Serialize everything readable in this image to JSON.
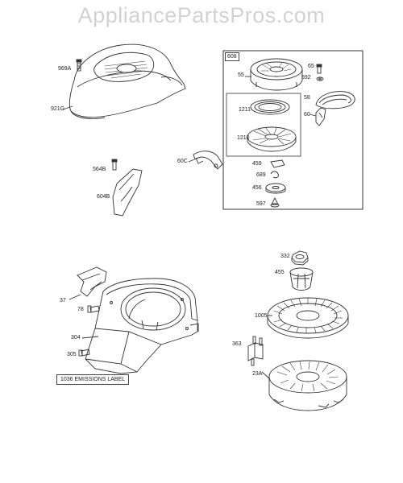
{
  "watermark": "AppliancePartsPros.com",
  "callouts": {
    "p969A": "969A",
    "p921G": "921G",
    "p564B": "564B",
    "p604B": "604B",
    "p60C": "60C",
    "p608": "608",
    "p55": "55",
    "p65": "65",
    "p592": "592",
    "p58": "58",
    "p60": "60",
    "p1211": "1211",
    "p1210": "1210",
    "p459": "459",
    "p689": "689",
    "p456": "456",
    "p597": "597",
    "p37": "37",
    "p78": "78",
    "p304": "304",
    "p305": "305",
    "p1036": "1036 EMISSIONS LABEL",
    "p332": "332",
    "p455": "455",
    "p1005": "1005",
    "p363": "363",
    "p23A": "23A"
  }
}
